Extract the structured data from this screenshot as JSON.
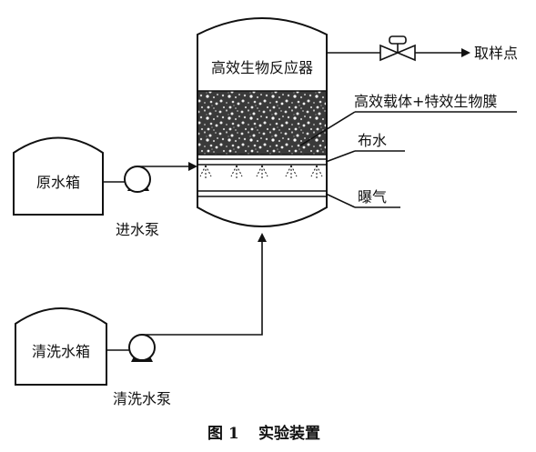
{
  "reactor": {
    "label": "高效生物反应器"
  },
  "sample_point": {
    "label": "取样点"
  },
  "carrier": {
    "label": "高效载体+特效生物膜"
  },
  "distribution": {
    "label": "布水"
  },
  "aeration": {
    "label": "曝气"
  },
  "raw_tank": {
    "label": "原水箱"
  },
  "feed_pump": {
    "label": "进水泵"
  },
  "wash_tank": {
    "label": "清洗水箱"
  },
  "wash_pump": {
    "label": "清洗水泵"
  },
  "caption": {
    "number": "图 1",
    "title": "实验装置"
  }
}
